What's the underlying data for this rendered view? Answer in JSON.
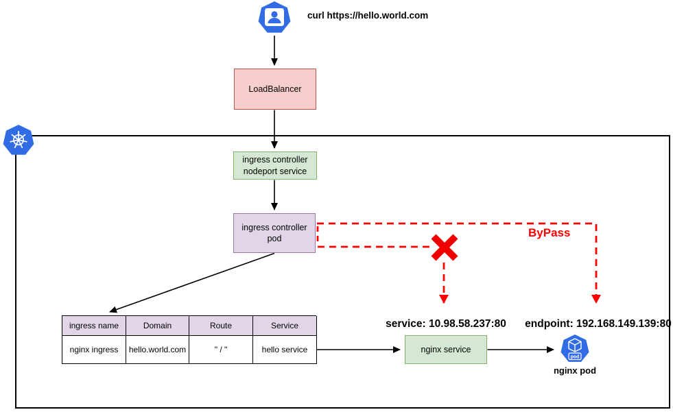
{
  "colors": {
    "k8s_blue": "#326ce5",
    "alert_red": "#ff0000",
    "loadbalancer_fill": "#f8cecc",
    "loadbalancer_border": "#b85450",
    "service_fill": "#d5e8d4",
    "service_border": "#82b366",
    "pod_fill": "#e1d5e7",
    "pod_border": "#9673a6"
  },
  "client": {
    "curl_label": "curl https://hello.world.com"
  },
  "nodes": {
    "loadbalancer": "LoadBalancer",
    "nodeport_service": "ingress controller\nnodeport service",
    "ingress_pod": "ingress controller\npod",
    "nginx_service": "nginx service",
    "nginx_pod": "nginx pod"
  },
  "annotations": {
    "bypass": "ByPass",
    "service_ip": "service: 10.98.58.237:80",
    "endpoint_ip": "endpoint: 192.168.149.139:80",
    "pod_icon_text": "pod"
  },
  "ingress_table": {
    "headers": [
      "ingress name",
      "Domain",
      "Route",
      "Service"
    ],
    "rows": [
      [
        "nginx ingress",
        "hello.world.com",
        "\" / \"",
        "hello service"
      ]
    ]
  }
}
